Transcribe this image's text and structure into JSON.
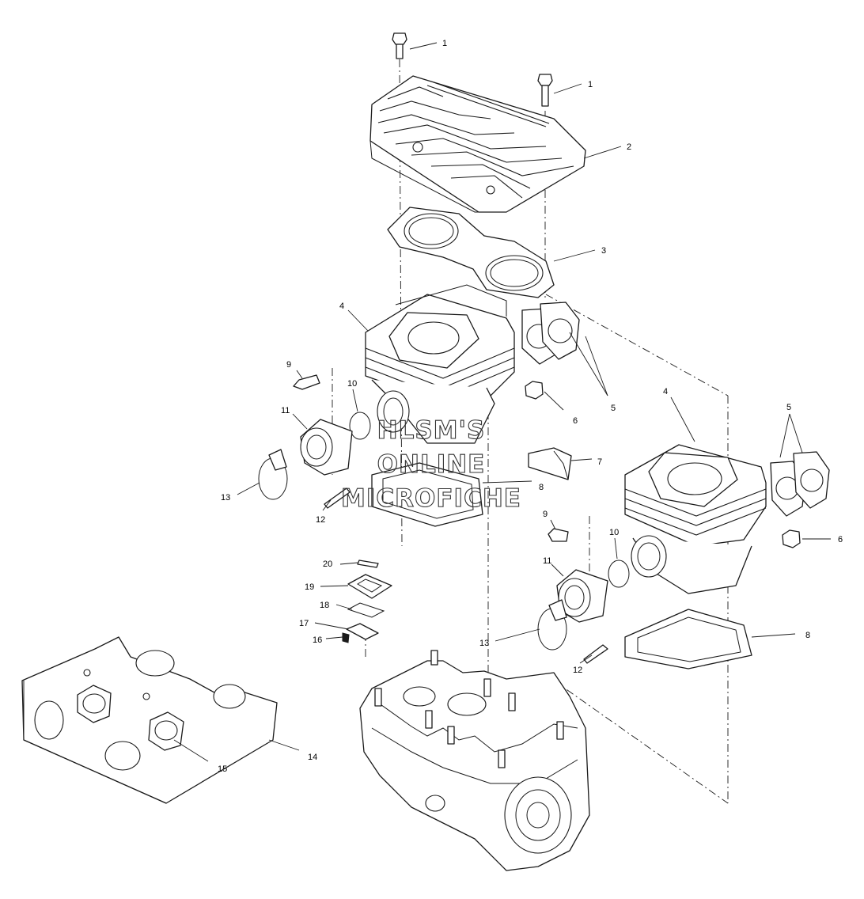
{
  "watermark": {
    "line1": "HLSM'S",
    "line2": "ONLINE",
    "line3": "MICROFICHE"
  },
  "callouts": [
    "1",
    "1",
    "2",
    "3",
    "4",
    "4",
    "5",
    "5",
    "6",
    "6",
    "7",
    "8",
    "8",
    "9",
    "9",
    "10",
    "10",
    "11",
    "11",
    "12",
    "12",
    "13",
    "13",
    "14",
    "15",
    "16",
    "17",
    "18",
    "19",
    "20"
  ]
}
